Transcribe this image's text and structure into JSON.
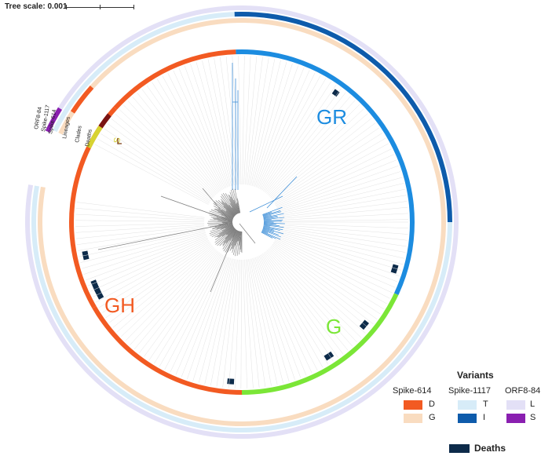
{
  "scale": {
    "label": "Tree scale: 0.001"
  },
  "clades": {
    "GR": {
      "label": "GR",
      "color": "#1c8ce0"
    },
    "GH": {
      "label": "GH",
      "color": "#f25a22"
    },
    "G": {
      "label": "G",
      "color": "#7be637"
    },
    "S": {
      "label": "S",
      "color": "#d7d332"
    }
  },
  "ring_labels": {
    "orf8": "ORF8-84",
    "spike1117": "Spike-1117",
    "spike614": "Spike-614",
    "lineages": "Lineages",
    "clades": "Clades",
    "deaths": "Deaths"
  },
  "legend": {
    "title": "Variants",
    "spike614": {
      "title": "Spike-614",
      "items": [
        {
          "label": "D",
          "color": "#f25a22"
        },
        {
          "label": "G",
          "color": "#f9dcc0"
        }
      ]
    },
    "spike1117": {
      "title": "Spike-1117",
      "items": [
        {
          "label": "T",
          "color": "#d7ecf8"
        },
        {
          "label": "I",
          "color": "#0e5bab"
        }
      ]
    },
    "orf8": {
      "title": "ORF8-84",
      "items": [
        {
          "label": "L",
          "color": "#e3e0f6"
        },
        {
          "label": "S",
          "color": "#8a1fb0"
        }
      ]
    },
    "deaths": {
      "label": "Deaths",
      "color": "#0d2b4a"
    }
  },
  "colors": {
    "clade_gr": "#1c8ce0",
    "clade_gh": "#f25a22",
    "clade_g": "#7be637",
    "clade_s": "#d7d332",
    "spike614_g": "#f9dcc0",
    "spike1117_t": "#d7ecf8",
    "spike1117_i": "#0e5bab",
    "orf8_l": "#e3e0f6",
    "orf8_s": "#8a1fb0",
    "deaths": "#0d2b4a",
    "branch_gray": "#7f7f7f",
    "branch_blue": "#3e8fd8"
  }
}
